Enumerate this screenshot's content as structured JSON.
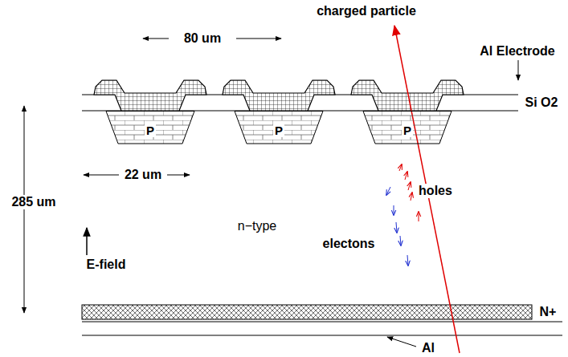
{
  "diagram": {
    "nodes": [
      {
        "text": [
          "P"
        ]
      },
      {
        "text": [
          "P"
        ]
      },
      {
        "text": [
          "P"
        ]
      }
    ],
    "labels": [
      "charged particle",
      "80 um",
      "Al Electrode",
      "Si O2",
      "22 um",
      "285 um",
      "n−type",
      "holes",
      "electons",
      "E-field",
      "N+",
      "Al"
    ]
  }
}
